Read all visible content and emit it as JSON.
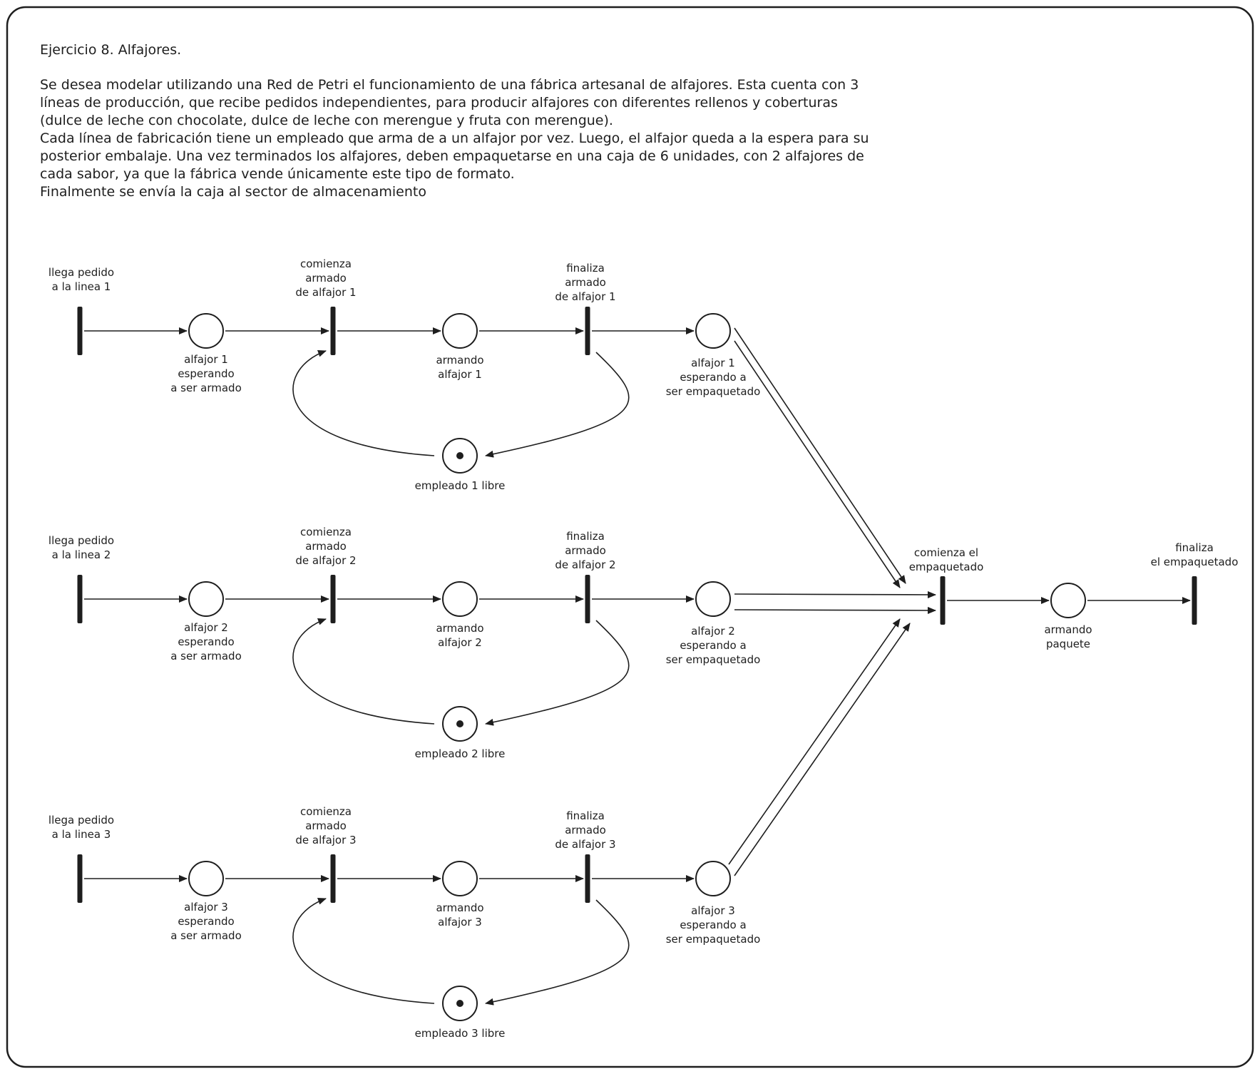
{
  "heading": "Ejercicio 8. Alfajores.",
  "paragraph": [
    "Se desea modelar utilizando una Red de Petri el funcionamiento de una fábrica artesanal de alfajores. Esta cuenta con 3",
    "líneas de producción, que recibe pedidos independientes, para producir alfajores con diferentes rellenos y coberturas",
    "(dulce de leche con chocolate, dulce de leche con merengue y fruta con merengue).",
    "Cada línea de fabricación tiene un empleado que arma de a un alfajor por vez. Luego, el alfajor queda a la espera para su",
    "posterior embalaje. Una vez terminados los alfajores, deben empaquetarse en una caja de 6 unidades, con 2 alfajores de",
    "cada sabor, ya que la fábrica vende únicamente este tipo de formato.",
    "Finalmente se envía la caja al sector de almacenamiento"
  ],
  "lines": [
    {
      "t_arrive": [
        "llega pedido",
        "a la linea 1"
      ],
      "p_waiting": [
        "alfajor 1",
        "esperando",
        "a ser armado"
      ],
      "t_start": [
        "comienza",
        "armado",
        "de alfajor 1"
      ],
      "p_assembling": [
        "armando",
        "alfajor 1"
      ],
      "t_finish": [
        "finaliza",
        "armado",
        "de alfajor 1"
      ],
      "p_ready": [
        "alfajor 1",
        "esperando a",
        "ser empaquetado"
      ],
      "p_worker": [
        "empleado 1 libre"
      ],
      "worker_tokens": 1
    },
    {
      "t_arrive": [
        "llega pedido",
        "a la linea 2"
      ],
      "p_waiting": [
        "alfajor 2",
        "esperando",
        "a ser armado"
      ],
      "t_start": [
        "comienza",
        "armado",
        "de alfajor 2"
      ],
      "p_assembling": [
        "armando",
        "alfajor 2"
      ],
      "t_finish": [
        "finaliza",
        "armado",
        "de alfajor 2"
      ],
      "p_ready": [
        "alfajor 2",
        "esperando a",
        "ser empaquetado"
      ],
      "p_worker": [
        "empleado 2 libre"
      ],
      "worker_tokens": 1
    },
    {
      "t_arrive": [
        "llega pedido",
        "a la linea 3"
      ],
      "p_waiting": [
        "alfajor 3",
        "esperando",
        "a ser armado"
      ],
      "t_start": [
        "comienza",
        "armado",
        "de alfajor 3"
      ],
      "p_assembling": [
        "armando",
        "alfajor 3"
      ],
      "t_finish": [
        "finaliza",
        "armado",
        "de alfajor 3"
      ],
      "p_ready": [
        "alfajor 3",
        "esperando a",
        "ser empaquetado"
      ],
      "p_worker": [
        "empleado 3 libre"
      ],
      "worker_tokens": 1
    }
  ],
  "packaging": {
    "t_start": [
      "comienza el",
      "empaquetado"
    ],
    "p_assembling": [
      "armando",
      "paquete"
    ],
    "t_finish": [
      "finaliza",
      "el empaquetado"
    ],
    "arc_weight_from_each_line": 2
  },
  "colors": {
    "ink": "#1e1e1e",
    "background": "#ffffff"
  }
}
